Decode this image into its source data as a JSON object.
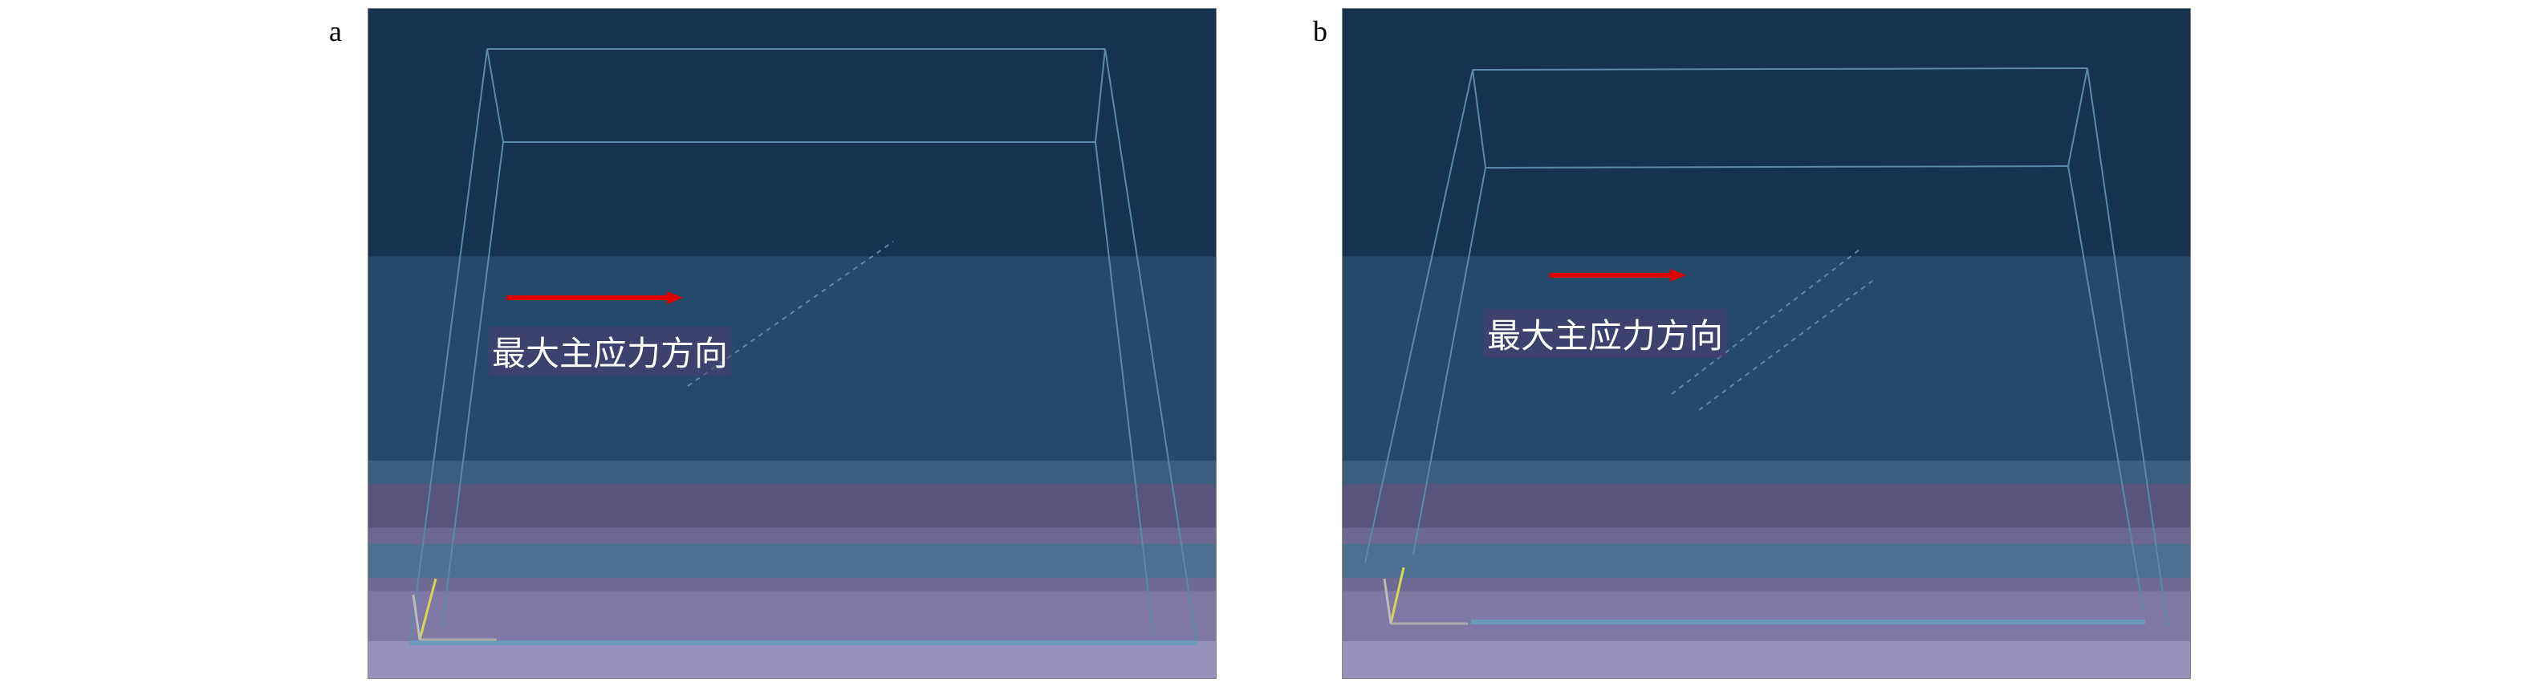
{
  "panels": [
    {
      "label": "a",
      "caption": "最大主应力方向"
    },
    {
      "label": "b",
      "caption": "最大主应力方向"
    }
  ],
  "colors": {
    "arrow": "#e00000",
    "frame_line": "#5d89a8",
    "axis": "#d8d850"
  }
}
